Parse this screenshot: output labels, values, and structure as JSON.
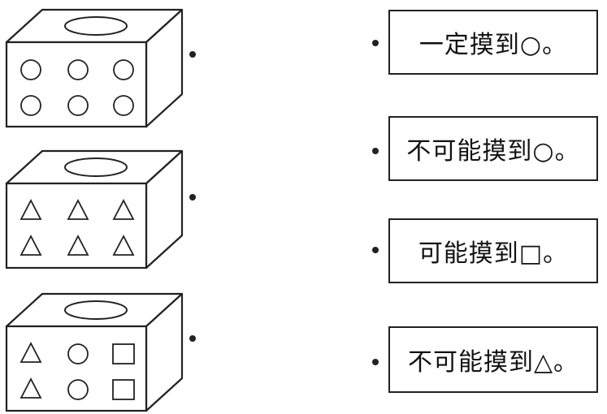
{
  "boxes": [
    {
      "id": "box-1",
      "symbols": [
        [
          "circle",
          "circle",
          "circle"
        ],
        [
          "circle",
          "circle",
          "circle"
        ]
      ]
    },
    {
      "id": "box-2",
      "symbols": [
        [
          "triangle",
          "triangle",
          "triangle"
        ],
        [
          "triangle",
          "triangle",
          "triangle"
        ]
      ]
    },
    {
      "id": "box-3",
      "symbols": [
        [
          "triangle",
          "circle",
          "square"
        ],
        [
          "triangle",
          "circle",
          "square"
        ]
      ]
    }
  ],
  "labels": [
    {
      "text": "一定摸到○。"
    },
    {
      "text": "不可能摸到○。"
    },
    {
      "text": "可能摸到□。"
    },
    {
      "text": "不可能摸到△。"
    }
  ],
  "colors": {
    "stroke": "#222222",
    "background": "#ffffff"
  }
}
